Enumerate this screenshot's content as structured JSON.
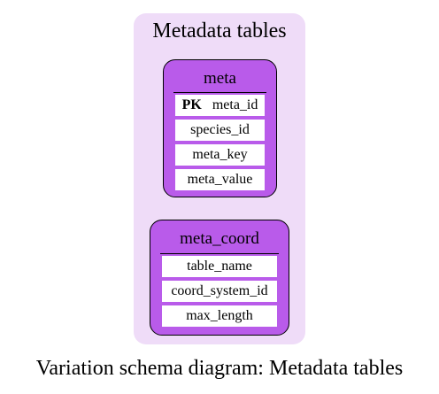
{
  "cluster": {
    "title": "Metadata tables"
  },
  "tables": [
    {
      "name": "meta",
      "rows": [
        {
          "key": "PK",
          "field": "meta_id"
        },
        {
          "key": "",
          "field": "species_id"
        },
        {
          "key": "",
          "field": "meta_key"
        },
        {
          "key": "",
          "field": "meta_value"
        }
      ]
    },
    {
      "name": "meta_coord",
      "rows": [
        {
          "key": "",
          "field": "table_name"
        },
        {
          "key": "",
          "field": "coord_system_id"
        },
        {
          "key": "",
          "field": "max_length"
        }
      ]
    }
  ],
  "caption": "Variation schema diagram: Metadata tables",
  "colors": {
    "cluster_fill": "#efdcf8",
    "table_fill": "#b95bea",
    "row_fill": "#ffffff"
  }
}
